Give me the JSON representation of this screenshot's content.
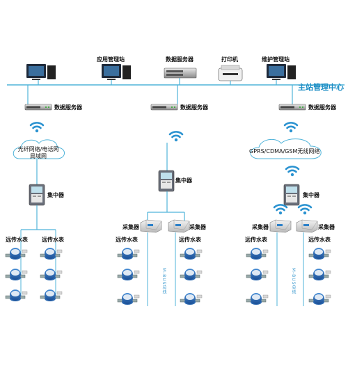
{
  "top_devices": {
    "app_station": "应用管理站",
    "db_server": "数据服务器",
    "printer": "打印机",
    "maint_station": "维护管理站"
  },
  "main_center": "主站管理中心",
  "branches": [
    {
      "server": "数据服务器",
      "network": [
        "光纤网络/电话网",
        "局域网"
      ],
      "concentrator": "集中器",
      "meter_labels": [
        "远传水表",
        "远传水表"
      ]
    },
    {
      "server": "数据服务器",
      "concentrator": "集中器",
      "collector_labels": [
        "采集器",
        "采集器"
      ],
      "meter_labels": [
        "远传水表",
        "远传水表"
      ],
      "bus": "M-BUS总线"
    },
    {
      "server": "数据服务器",
      "network": [
        "GPRS/CDMA/GSM无线网络"
      ],
      "concentrator": "集中器",
      "collector_labels": [
        "采集器",
        "采集器"
      ],
      "meter_labels": [
        "远传水表",
        "远传水表"
      ],
      "bus": "M-BUS总线"
    }
  ],
  "colors": {
    "line": "#4fb3d9",
    "accent": "#1a8cc4",
    "wifi": "#2a92d0",
    "meter": "#2c69b0"
  }
}
